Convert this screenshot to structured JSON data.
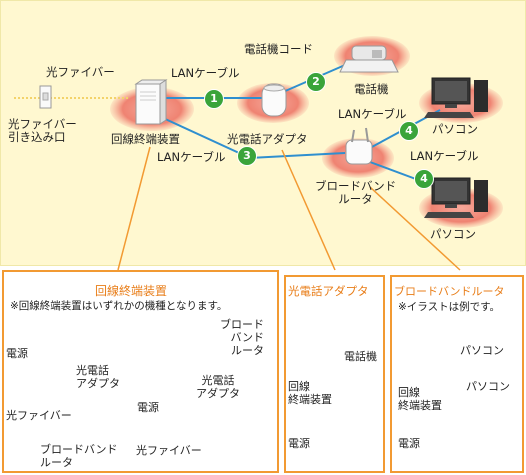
{
  "overview": {
    "optical_fiber": "光ファイバー",
    "optical_jack": "光ファイバー\n引き込み口",
    "ont": "回線終端装置",
    "lan_cable_1": "LANケーブル",
    "lan_cable_2": "LANケーブル",
    "lan_cable_3": "LANケーブル",
    "lan_cable_4": "LANケーブル",
    "phone_adapter": "光電話アダプタ",
    "phone_cord": "電話機コード",
    "phone": "電話機",
    "router": "ブロードバンド\nルータ",
    "pc_1": "パソコン",
    "pc_2": "パソコン",
    "badges": [
      "1",
      "2",
      "3",
      "4",
      "4"
    ]
  },
  "panel_ont": {
    "title": "回線終端装置",
    "note": "※回線終端装置はいずれかの機種となります。",
    "left": {
      "power": "電源",
      "phone_adapter": "光電話\nアダプタ",
      "optical_fiber": "光ファイバー",
      "router": "ブロードバンド\nルータ"
    },
    "right": {
      "router": "ブロード\nバンド\nルータ",
      "phone_adapter": "光電話\nアダプタ",
      "power": "電源",
      "optical_fiber": "光ファイバー"
    }
  },
  "panel_adapter": {
    "title": "光電話アダプタ",
    "phone": "電話機",
    "ont": "回線\n終端装置",
    "power": "電源"
  },
  "panel_router": {
    "title": "ブロードバンドルータ",
    "note": "※イラストは例です。",
    "pc_1": "パソコン",
    "pc_2": "パソコン",
    "ont": "回線\n終端装置",
    "power": "電源"
  },
  "colors": {
    "background": "#fff8d0",
    "panel_border": "#f29a32",
    "cable_blue": "#2f8fcf",
    "highlight_cyan": "#4fc3e6",
    "badge_green": "#3aa43a",
    "device_glow": "#f08a7a",
    "fiber_yellow": "#f3d36a"
  }
}
